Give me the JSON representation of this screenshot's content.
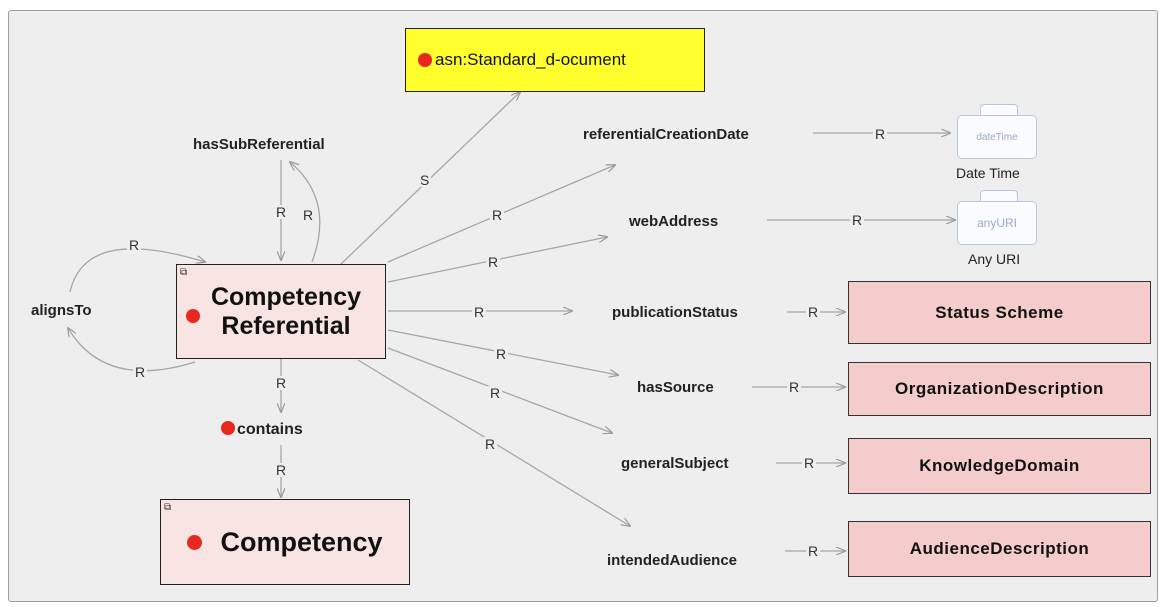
{
  "nodes": {
    "asn_standard_document": "asn:Standard_d-ocument",
    "competency_referential_line1": "Competency",
    "competency_referential_line2": "Referential",
    "competency": "Competency",
    "status_scheme": "Status Scheme",
    "organization_description": "OrganizationDescription",
    "knowledge_domain": "KnowledgeDomain",
    "audience_description": "AudienceDescription",
    "date_time_icon": "dateTime",
    "date_time_label": "Date Time",
    "any_uri_icon": "anyURI",
    "any_uri_label": "Any URI"
  },
  "properties": {
    "has_sub_referential": "hasSubReferential",
    "aligns_to": "alignsTo",
    "contains": "contains",
    "referential_creation_date": "referentialCreationDate",
    "web_address": "webAddress",
    "publication_status": "publicationStatus",
    "has_source": "hasSource",
    "general_subject": "generalSubject",
    "intended_audience": "intendedAudience"
  },
  "edge_labels": {
    "R": "R",
    "S": "S"
  },
  "colors": {
    "canvas": "#eeeeee",
    "class_node": "#f9e4e4",
    "range_node": "#f4cccc",
    "standard_node": "#ffff2e",
    "marker_dot": "#e8281e",
    "edge": "#a0a0a0"
  }
}
